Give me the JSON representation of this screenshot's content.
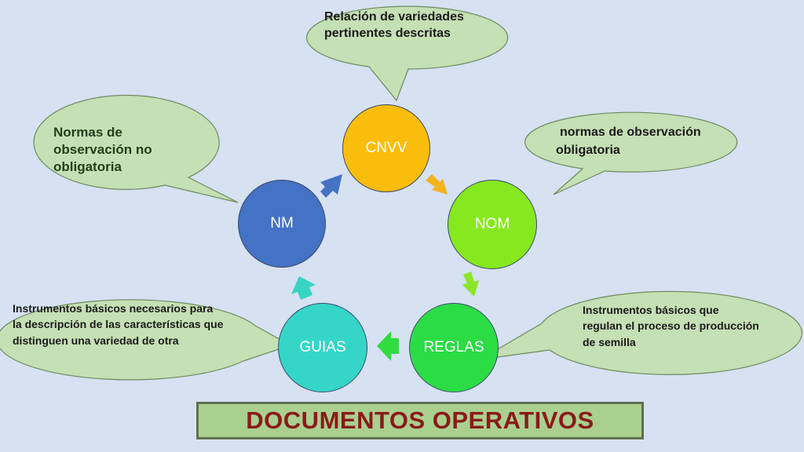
{
  "nodes": {
    "cnvv": {
      "label": "CNVV",
      "color": "#fbbd0b"
    },
    "nom": {
      "label": "NOM",
      "color": "#86e81e"
    },
    "reglas": {
      "label": "REGLAS",
      "color": "#2bdc45"
    },
    "guias": {
      "label": "GUIAS",
      "color": "#35d6c8"
    },
    "nm": {
      "label": "NM",
      "color": "#4472c4"
    }
  },
  "arrow_colors": {
    "cnvv_to_nom": "#f2b31e",
    "nom_to_reglas": "#8be62a",
    "reglas_to_guias": "#30dc3f",
    "guias_to_nm": "#38d3c2",
    "nm_to_cnvv": "#4472c4"
  },
  "callouts": {
    "cnvv": {
      "line1": "Relación de variedades",
      "line2": "pertinentes descritas"
    },
    "nom": {
      "line1": "normas de observación",
      "line2": "obligatoria"
    },
    "nm": {
      "line1": "Normas de",
      "line2": "observación no",
      "line3": "obligatoria"
    },
    "guias": {
      "line1": "Instrumentos básicos necesarios para",
      "line2": "la descripción de las características que",
      "line3": "distinguen una variedad de otra"
    },
    "reglas": {
      "line1": "Instrumentos básicos que",
      "line2": "regulan el proceso de producción",
      "line3": "de semilla"
    }
  },
  "callout_fill": "#c5e0b4",
  "title": "DOCUMENTOS OPERATIVOS"
}
